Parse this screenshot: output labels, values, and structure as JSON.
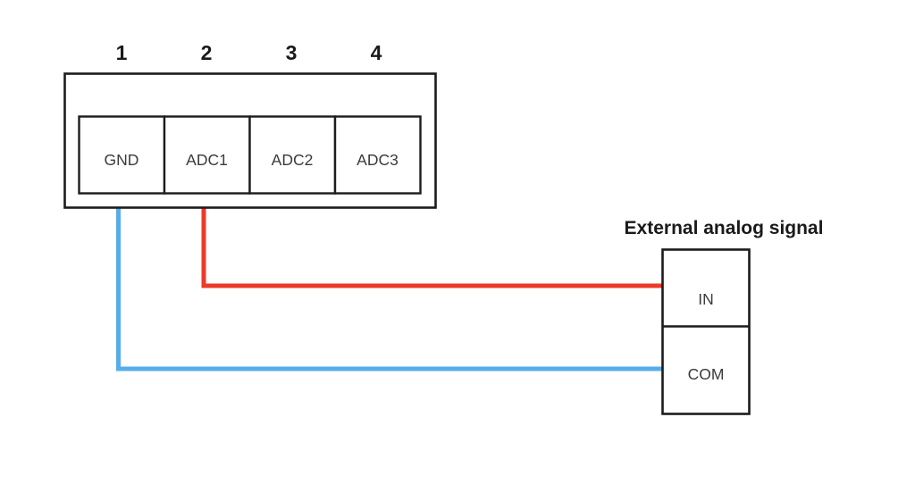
{
  "diagram": {
    "title": "External analog signal",
    "connector": {
      "name": "adc-connector-block",
      "pins": [
        {
          "number": "1",
          "label": "GND"
        },
        {
          "number": "2",
          "label": "ADC1"
        },
        {
          "number": "3",
          "label": "ADC2"
        },
        {
          "number": "4",
          "label": "ADC3"
        }
      ]
    },
    "external_device": {
      "terminals": [
        {
          "label": "IN"
        },
        {
          "label": "COM"
        }
      ]
    },
    "wires": [
      {
        "name": "signal-wire-red",
        "from": "ADC1",
        "to": "IN",
        "color": "#ED3A28"
      },
      {
        "name": "ground-wire-blue",
        "from": "GND",
        "to": "COM",
        "color": "#57ADE8"
      }
    ],
    "colors": {
      "red_wire": "#ED3A28",
      "blue_wire": "#57ADE8",
      "outline": "#1c1c1c",
      "label_text": "#3b3b3b",
      "heading_text": "#1a1a1a",
      "background": "#ffffff"
    }
  }
}
